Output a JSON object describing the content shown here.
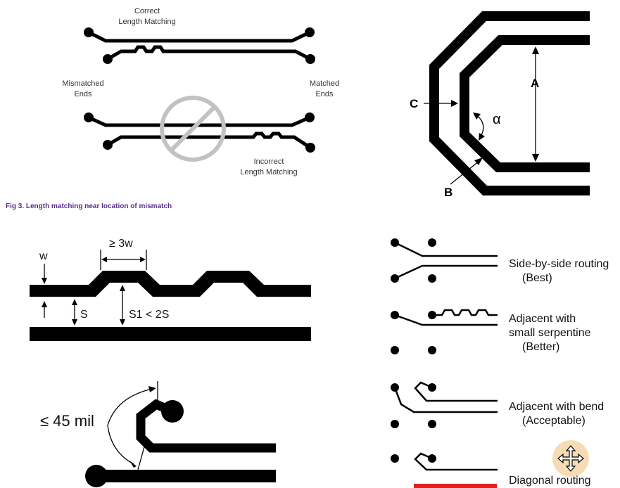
{
  "fig3": {
    "top_label_line1": "Correct",
    "top_label_line2": "Length Matching",
    "left_label_line1": "Mismatched",
    "left_label_line2": "Ends",
    "right_label_line1": "Matched",
    "right_label_line2": "Ends",
    "bottom_label_line1": "Incorrect",
    "bottom_label_line2": "Length Matching",
    "caption": "Fig 3.   Length matching near location of mismatch",
    "prohibit_icon": "prohibited-sign-icon"
  },
  "bend": {
    "label_a": "A",
    "label_b": "B",
    "label_c": "C",
    "label_alpha": "α"
  },
  "serpentine": {
    "label_3w": "≥ 3w",
    "label_w": "w",
    "label_s": "S",
    "label_s1": "S1 <  2S"
  },
  "pad": {
    "label": "≤ 45 mil"
  },
  "routing": {
    "items": [
      {
        "line1": "Side-by-side routing",
        "line2": "(Best)"
      },
      {
        "line1": "Adjacent with",
        "line2": "small serpentine",
        "line3": "(Better)"
      },
      {
        "line1": "Adjacent with bend",
        "line2": "(Acceptable)"
      },
      {
        "line1": "Diagonal routing"
      }
    ]
  },
  "cursor": {
    "icon": "move-cursor-icon"
  },
  "colors": {
    "caption": "#5b2d8a",
    "trace": "#000000",
    "prohibit": "#bdbdbd",
    "highlight": "#f5d6a8",
    "red_trace": "#e0201c"
  }
}
